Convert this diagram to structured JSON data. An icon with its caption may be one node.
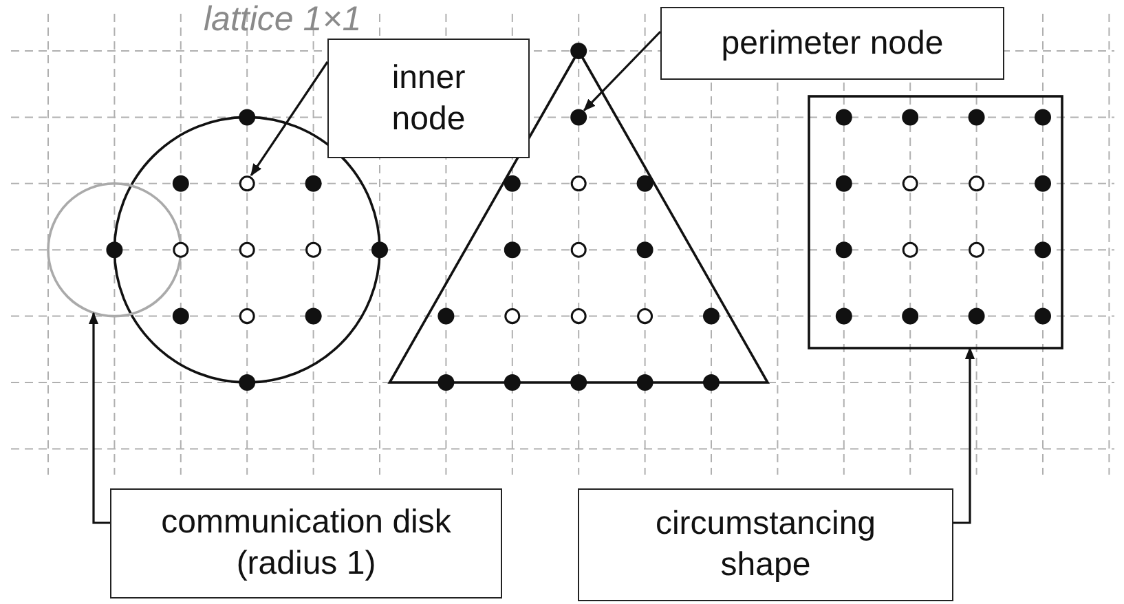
{
  "diagram": {
    "nodes": [
      {
        "text": [
          "inner node"
        ]
      },
      {
        "text": [],
        "shape": "circle"
      },
      {
        "text": [
          "perimeter node"
        ]
      },
      {
        "text": [],
        "shape": "circle"
      },
      {
        "text": [
          "communication disk (radius 1)"
        ]
      },
      {
        "text": [],
        "shape": "circle"
      },
      {
        "text": [
          "circumstancing shape"
        ]
      },
      {
        "text": [],
        "shape": "box"
      },
      {
        "text": [],
        "shape": "circle"
      },
      {
        "text": [],
        "shape": "circle"
      },
      {
        "text": [],
        "shape": "circle",
        "in": 7
      },
      {
        "text": [],
        "shape": "circle",
        "in": 7
      },
      {
        "text": [],
        "shape": "circle",
        "in": 7
      },
      {
        "text": [],
        "shape": "circle",
        "in": 7
      },
      {
        "text": [],
        "shape": "circle"
      },
      {
        "text": [],
        "shape": "circle"
      },
      {
        "text": [],
        "shape": "circle"
      },
      {
        "text": [],
        "shape": "circle"
      },
      {
        "text": [],
        "shape": "circle"
      },
      {
        "text": [],
        "shape": "circle",
        "in": 7
      },
      {
        "text": [],
        "shape": "circle",
        "in": 7
      },
      {
        "text": [],
        "shape": "circle",
        "in": 7
      },
      {
        "text": [],
        "shape": "circle",
        "in": 7
      },
      {
        "text": [],
        "shape": "circle",
        "in": 5
      },
      {
        "text": [],
        "shape": "circle"
      },
      {
        "text": [],
        "shape": "circle"
      },
      {
        "text": [],
        "shape": "circle"
      },
      {
        "text": [],
        "shape": "circle"
      },
      {
        "text": [],
        "shape": "circle"
      },
      {
        "text": [],
        "shape": "circle"
      },
      {
        "text": [],
        "shape": "circle"
      },
      {
        "text": [],
        "shape": "circle",
        "in": 7
      },
      {
        "text": [],
        "shape": "circle",
        "in": 7
      },
      {
        "text": [],
        "shape": "circle",
        "in": 7
      },
      {
        "text": [],
        "shape": "circle",
        "in": 7
      },
      {
        "text": [],
        "shape": "circle"
      },
      {
        "text": [],
        "shape": "circle"
      },
      {
        "text": [],
        "shape": "circle"
      },
      {
        "text": [],
        "shape": "circle"
      },
      {
        "text": [],
        "shape": "circle"
      },
      {
        "text": [],
        "shape": "circle"
      },
      {
        "text": [],
        "shape": "circle"
      },
      {
        "text": [],
        "shape": "circle"
      },
      {
        "text": [],
        "shape": "circle",
        "in": 7
      },
      {
        "text": [],
        "shape": "circle",
        "in": 7
      },
      {
        "text": [],
        "shape": "circle",
        "in": 7
      },
      {
        "text": [],
        "shape": "circle",
        "in": 7
      },
      {
        "text": [],
        "shape": "circle"
      },
      {
        "text": [],
        "shape": "circle"
      },
      {
        "text": [],
        "shape": "circle"
      },
      {
        "text": [],
        "shape": "circle"
      },
      {
        "text": [],
        "shape": "circle"
      },
      {
        "text": [],
        "shape": "circle"
      }
    ],
    "edges": [
      {
        "from": 0,
        "to": 1,
        "arrow": "to"
      },
      {
        "from": 2,
        "to": 3,
        "arrow": "to"
      },
      {
        "from": 4,
        "to": 5,
        "arrow": "to"
      },
      {
        "from": 6,
        "to": 7,
        "arrow": "to"
      }
    ],
    "labels": [
      "lattice 1×1"
    ]
  }
}
